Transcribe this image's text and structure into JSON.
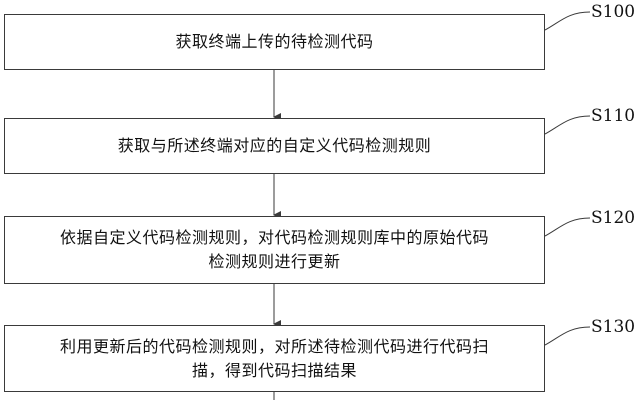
{
  "steps": [
    {
      "id": "S100",
      "lines": [
        "获取终端上传的待检测代码"
      ]
    },
    {
      "id": "S110",
      "lines": [
        "获取与所述终端对应的自定义代码检测规则"
      ]
    },
    {
      "id": "S120",
      "lines": [
        "依据自定义代码检测规则，对代码检测规则库中的原始代码",
        "检测规则进行更新"
      ]
    },
    {
      "id": "S130",
      "lines": [
        "利用更新后的代码检测规则，对所述待检测代码进行代码扫",
        "描，得到代码扫描结果"
      ]
    }
  ],
  "colors": {
    "line": "#3a3a3a",
    "text": "#111111",
    "background": "#ffffff"
  }
}
